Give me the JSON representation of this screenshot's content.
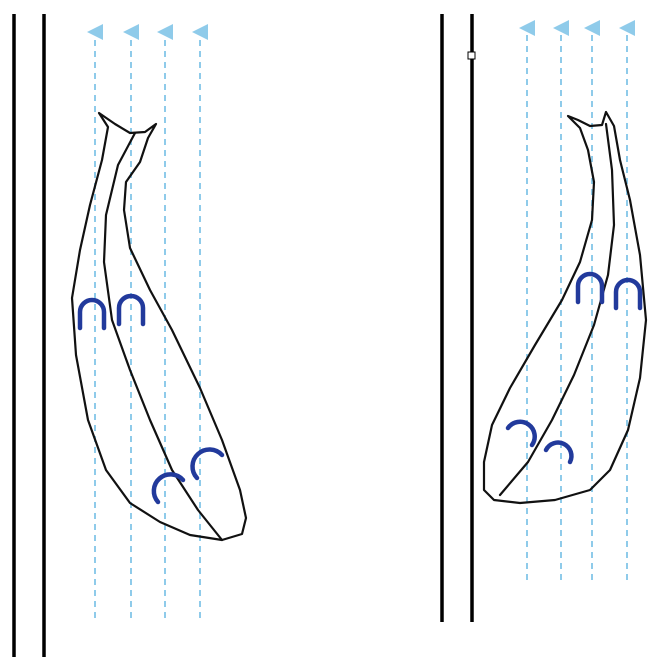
{
  "colors": {
    "background": "#ffffff",
    "wall": "#000000",
    "outline": "#111111",
    "flow_arrow": "#8fcbea",
    "hoof": "#223a9c"
  },
  "panels": [
    {
      "id": "left",
      "walls": 2,
      "flow_arrows": 4,
      "flow_direction": "up",
      "hoof_marks": 4,
      "icon": "horse-top-view-icon"
    },
    {
      "id": "right",
      "walls": 2,
      "flow_arrows": 4,
      "flow_direction": "up",
      "hoof_marks": 4,
      "icon": "horse-top-view-icon",
      "selection_handle": true
    }
  ]
}
